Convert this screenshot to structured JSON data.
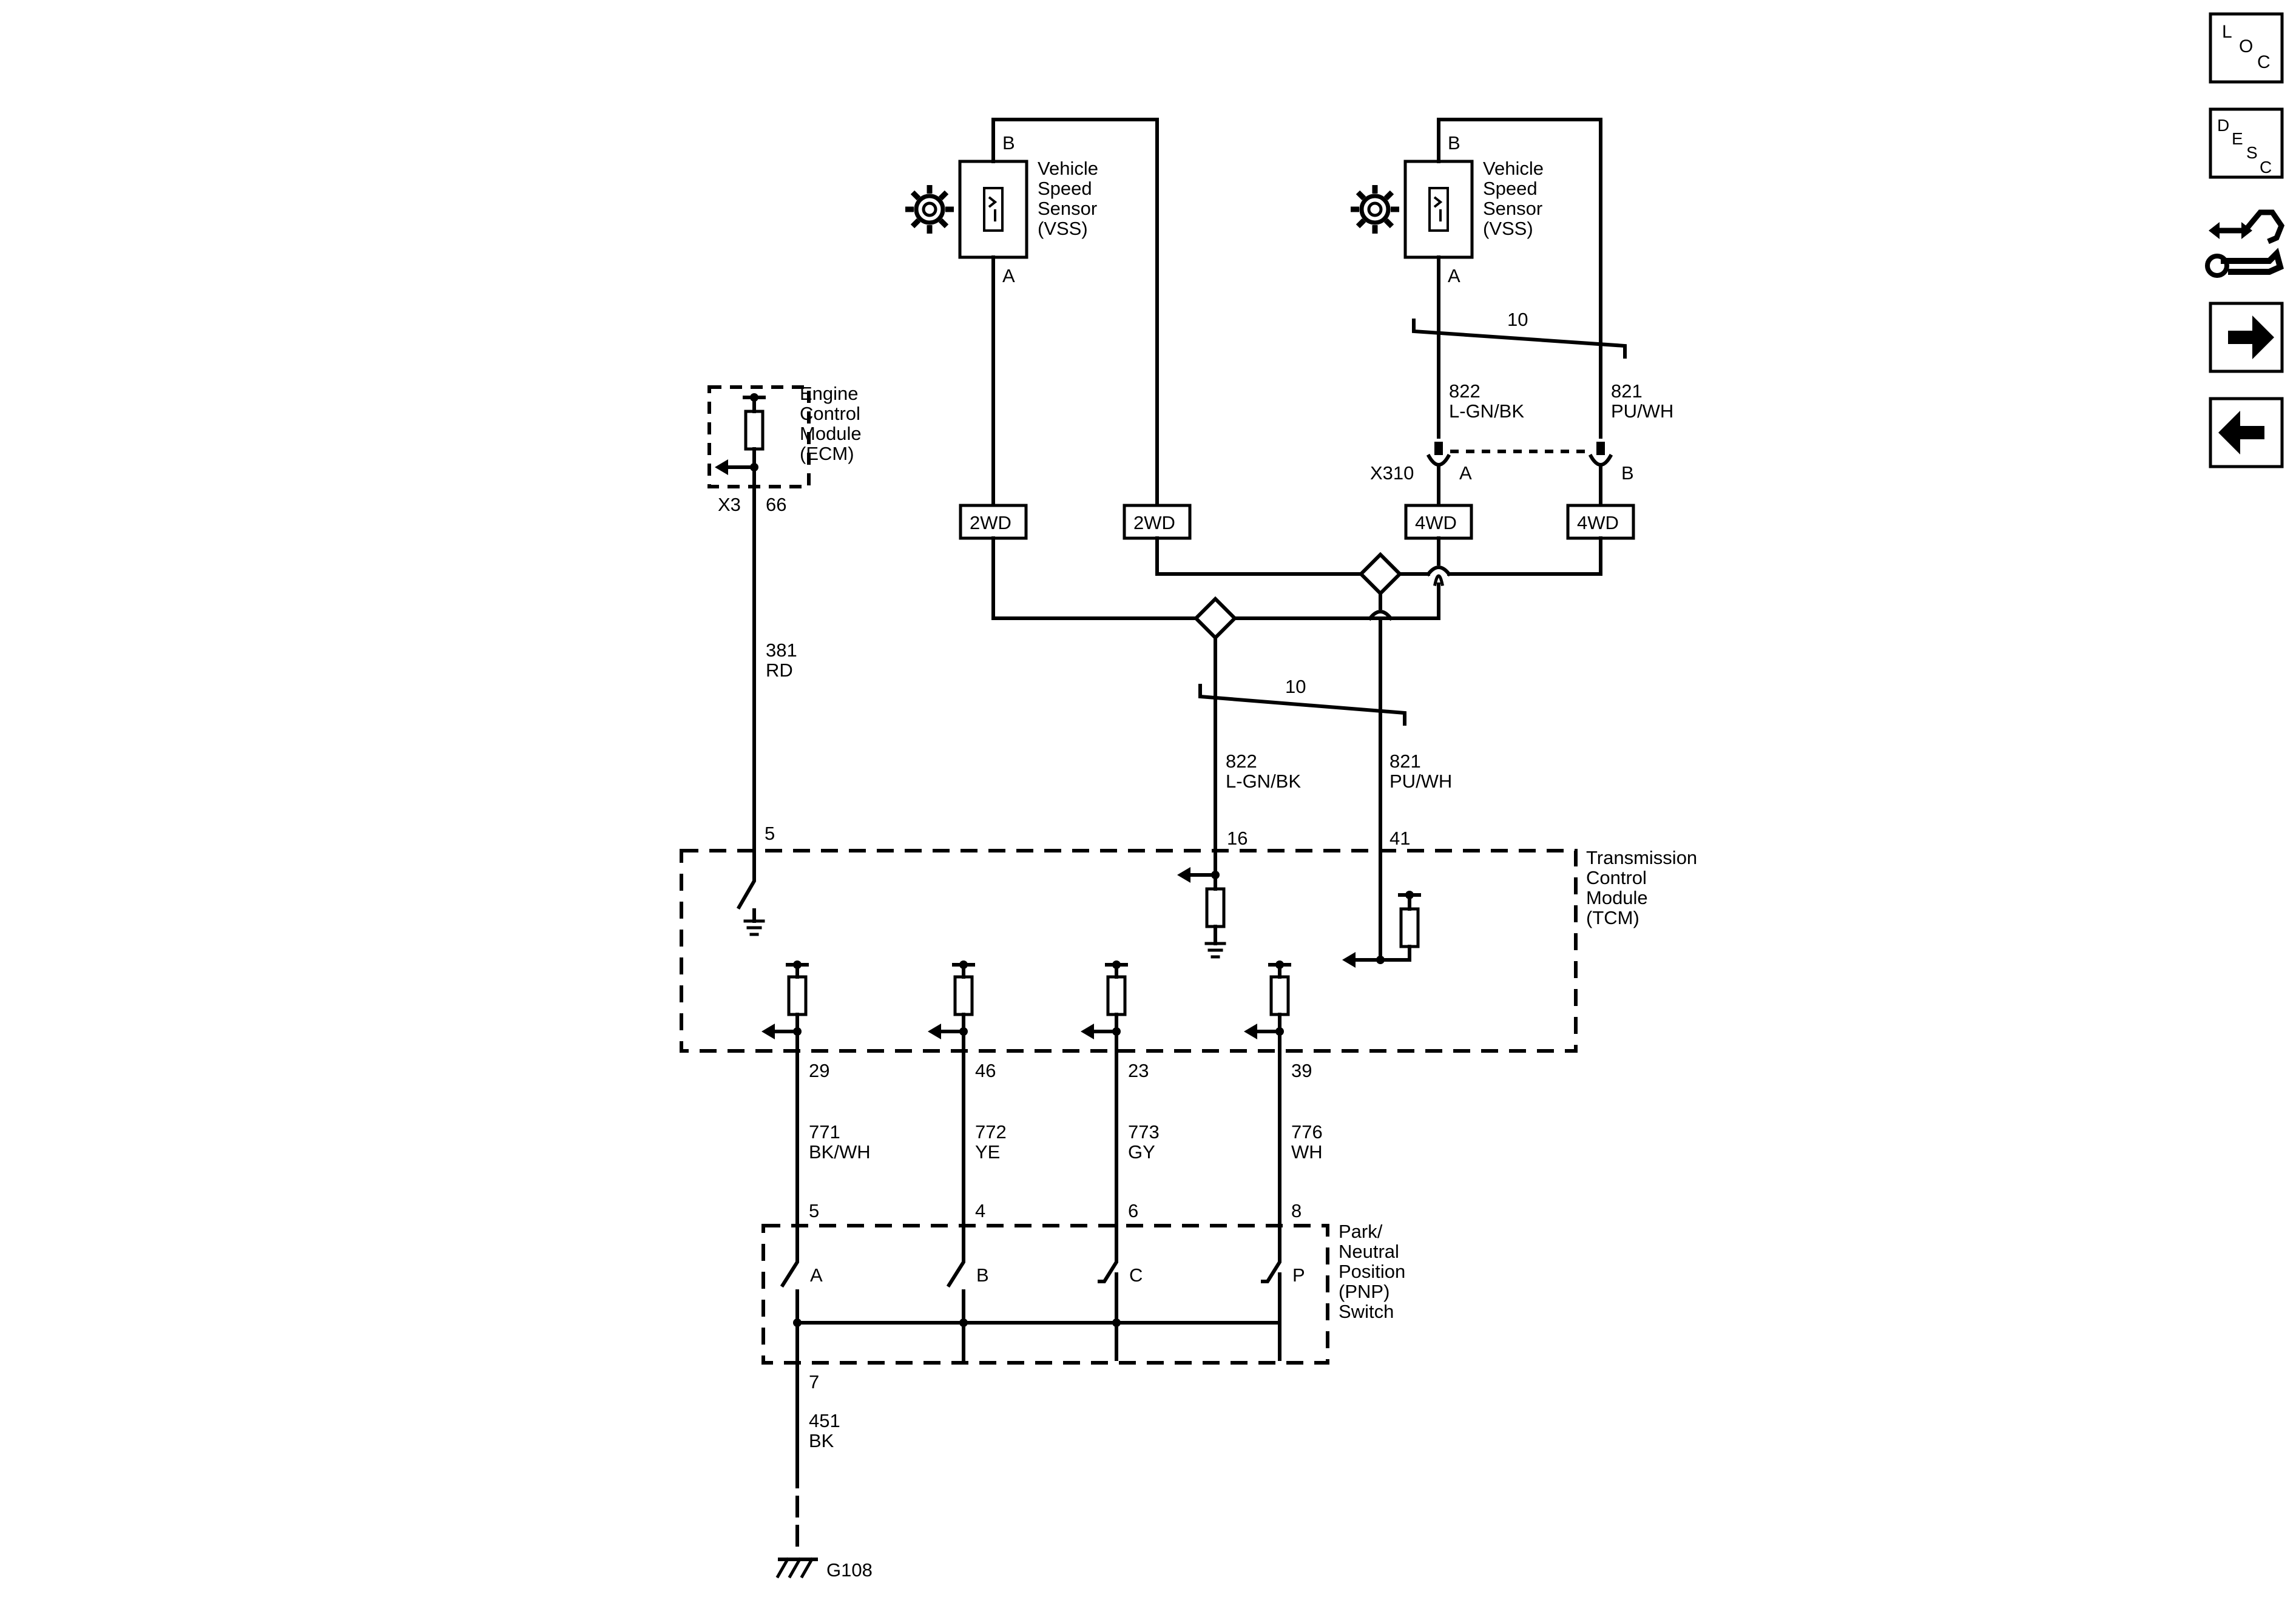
{
  "vss_left": {
    "label": [
      "Vehicle",
      "Speed",
      "Sensor",
      "(VSS)"
    ],
    "pin_top": "B",
    "pin_bottom": "A"
  },
  "vss_right": {
    "label": [
      "Vehicle",
      "Speed",
      "Sensor",
      "(VSS)"
    ],
    "pin_top": "B",
    "pin_bottom": "A"
  },
  "ecm": {
    "label": [
      "Engine",
      "Control",
      "Module",
      "(ECM)"
    ],
    "connector": "X3",
    "pin": "66"
  },
  "ecm_wire": {
    "circuit": "381",
    "color": "RD"
  },
  "twist_upper": {
    "turns": "10"
  },
  "twist_lower": {
    "turns": "10"
  },
  "upper_wire_left": {
    "circuit": "822",
    "color": "L-GN/BK"
  },
  "upper_wire_right": {
    "circuit": "821",
    "color": "PU/WH"
  },
  "connector_x310": {
    "name": "X310",
    "pin_a": "A",
    "pin_b": "B"
  },
  "option_tags": {
    "t1": "2WD",
    "t2": "2WD",
    "t3": "4WD",
    "t4": "4WD"
  },
  "lower_wire_left": {
    "circuit": "822",
    "color": "L-GN/BK"
  },
  "lower_wire_right": {
    "circuit": "821",
    "color": "PU/WH"
  },
  "tcm": {
    "label": [
      "Transmission",
      "Control",
      "Module",
      "(TCM)"
    ],
    "pin_5": "5",
    "pin_16": "16",
    "pin_41": "41",
    "pin_29": "29",
    "pin_46": "46",
    "pin_23": "23",
    "pin_39": "39"
  },
  "pnp_wires": [
    {
      "circuit": "771",
      "color": "BK/WH"
    },
    {
      "circuit": "772",
      "color": "YE"
    },
    {
      "circuit": "773",
      "color": "GY"
    },
    {
      "circuit": "776",
      "color": "WH"
    }
  ],
  "pnp": {
    "label": [
      "Park/",
      "Neutral",
      "Position",
      "(PNP)",
      "Switch"
    ],
    "pins": [
      "5",
      "4",
      "6",
      "8"
    ],
    "switches": [
      "A",
      "B",
      "C",
      "P"
    ],
    "ground_pin": "7"
  },
  "ground_wire": {
    "circuit": "451",
    "color": "BK"
  },
  "ground": {
    "name": "G108"
  },
  "nav": {
    "loc": [
      "L",
      "O",
      "C"
    ],
    "desc": [
      "D",
      "E",
      "S",
      "C"
    ]
  }
}
